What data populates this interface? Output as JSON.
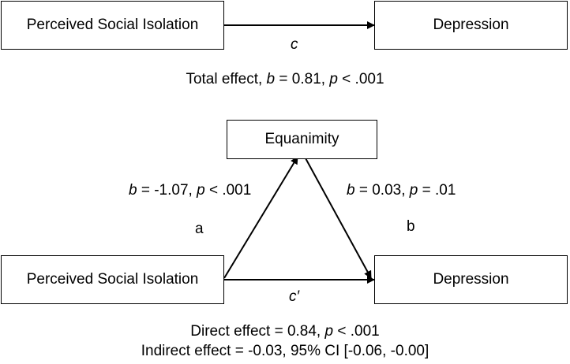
{
  "total_model": {
    "predictor": "Perceived Social Isolation",
    "outcome": "Depression",
    "path_label": "c",
    "effect": {
      "prefix": "Total effect, ",
      "b_symbol": "b",
      "b_text": " = 0.81, ",
      "p_symbol": "p",
      "p_text": " < .001"
    }
  },
  "mediation_model": {
    "predictor": "Perceived Social Isolation",
    "mediator": "Equanimity",
    "outcome": "Depression",
    "path_a": {
      "label": "a",
      "b_symbol": "b",
      "b_text": " = -1.07, ",
      "p_symbol": "p",
      "p_text": " < .001"
    },
    "path_b": {
      "label": "b",
      "b_symbol": "b",
      "b_text": " = 0.03, ",
      "p_symbol": "p",
      "p_text": " = .01"
    },
    "path_c_prime": {
      "label": "c′"
    },
    "direct_effect": {
      "prefix": "Direct effect = 0.84, ",
      "p_symbol": "p",
      "p_text": " < .001"
    },
    "indirect_effect": "Indirect effect = -0.03, 95% CI [-0.06, -0.00]"
  }
}
